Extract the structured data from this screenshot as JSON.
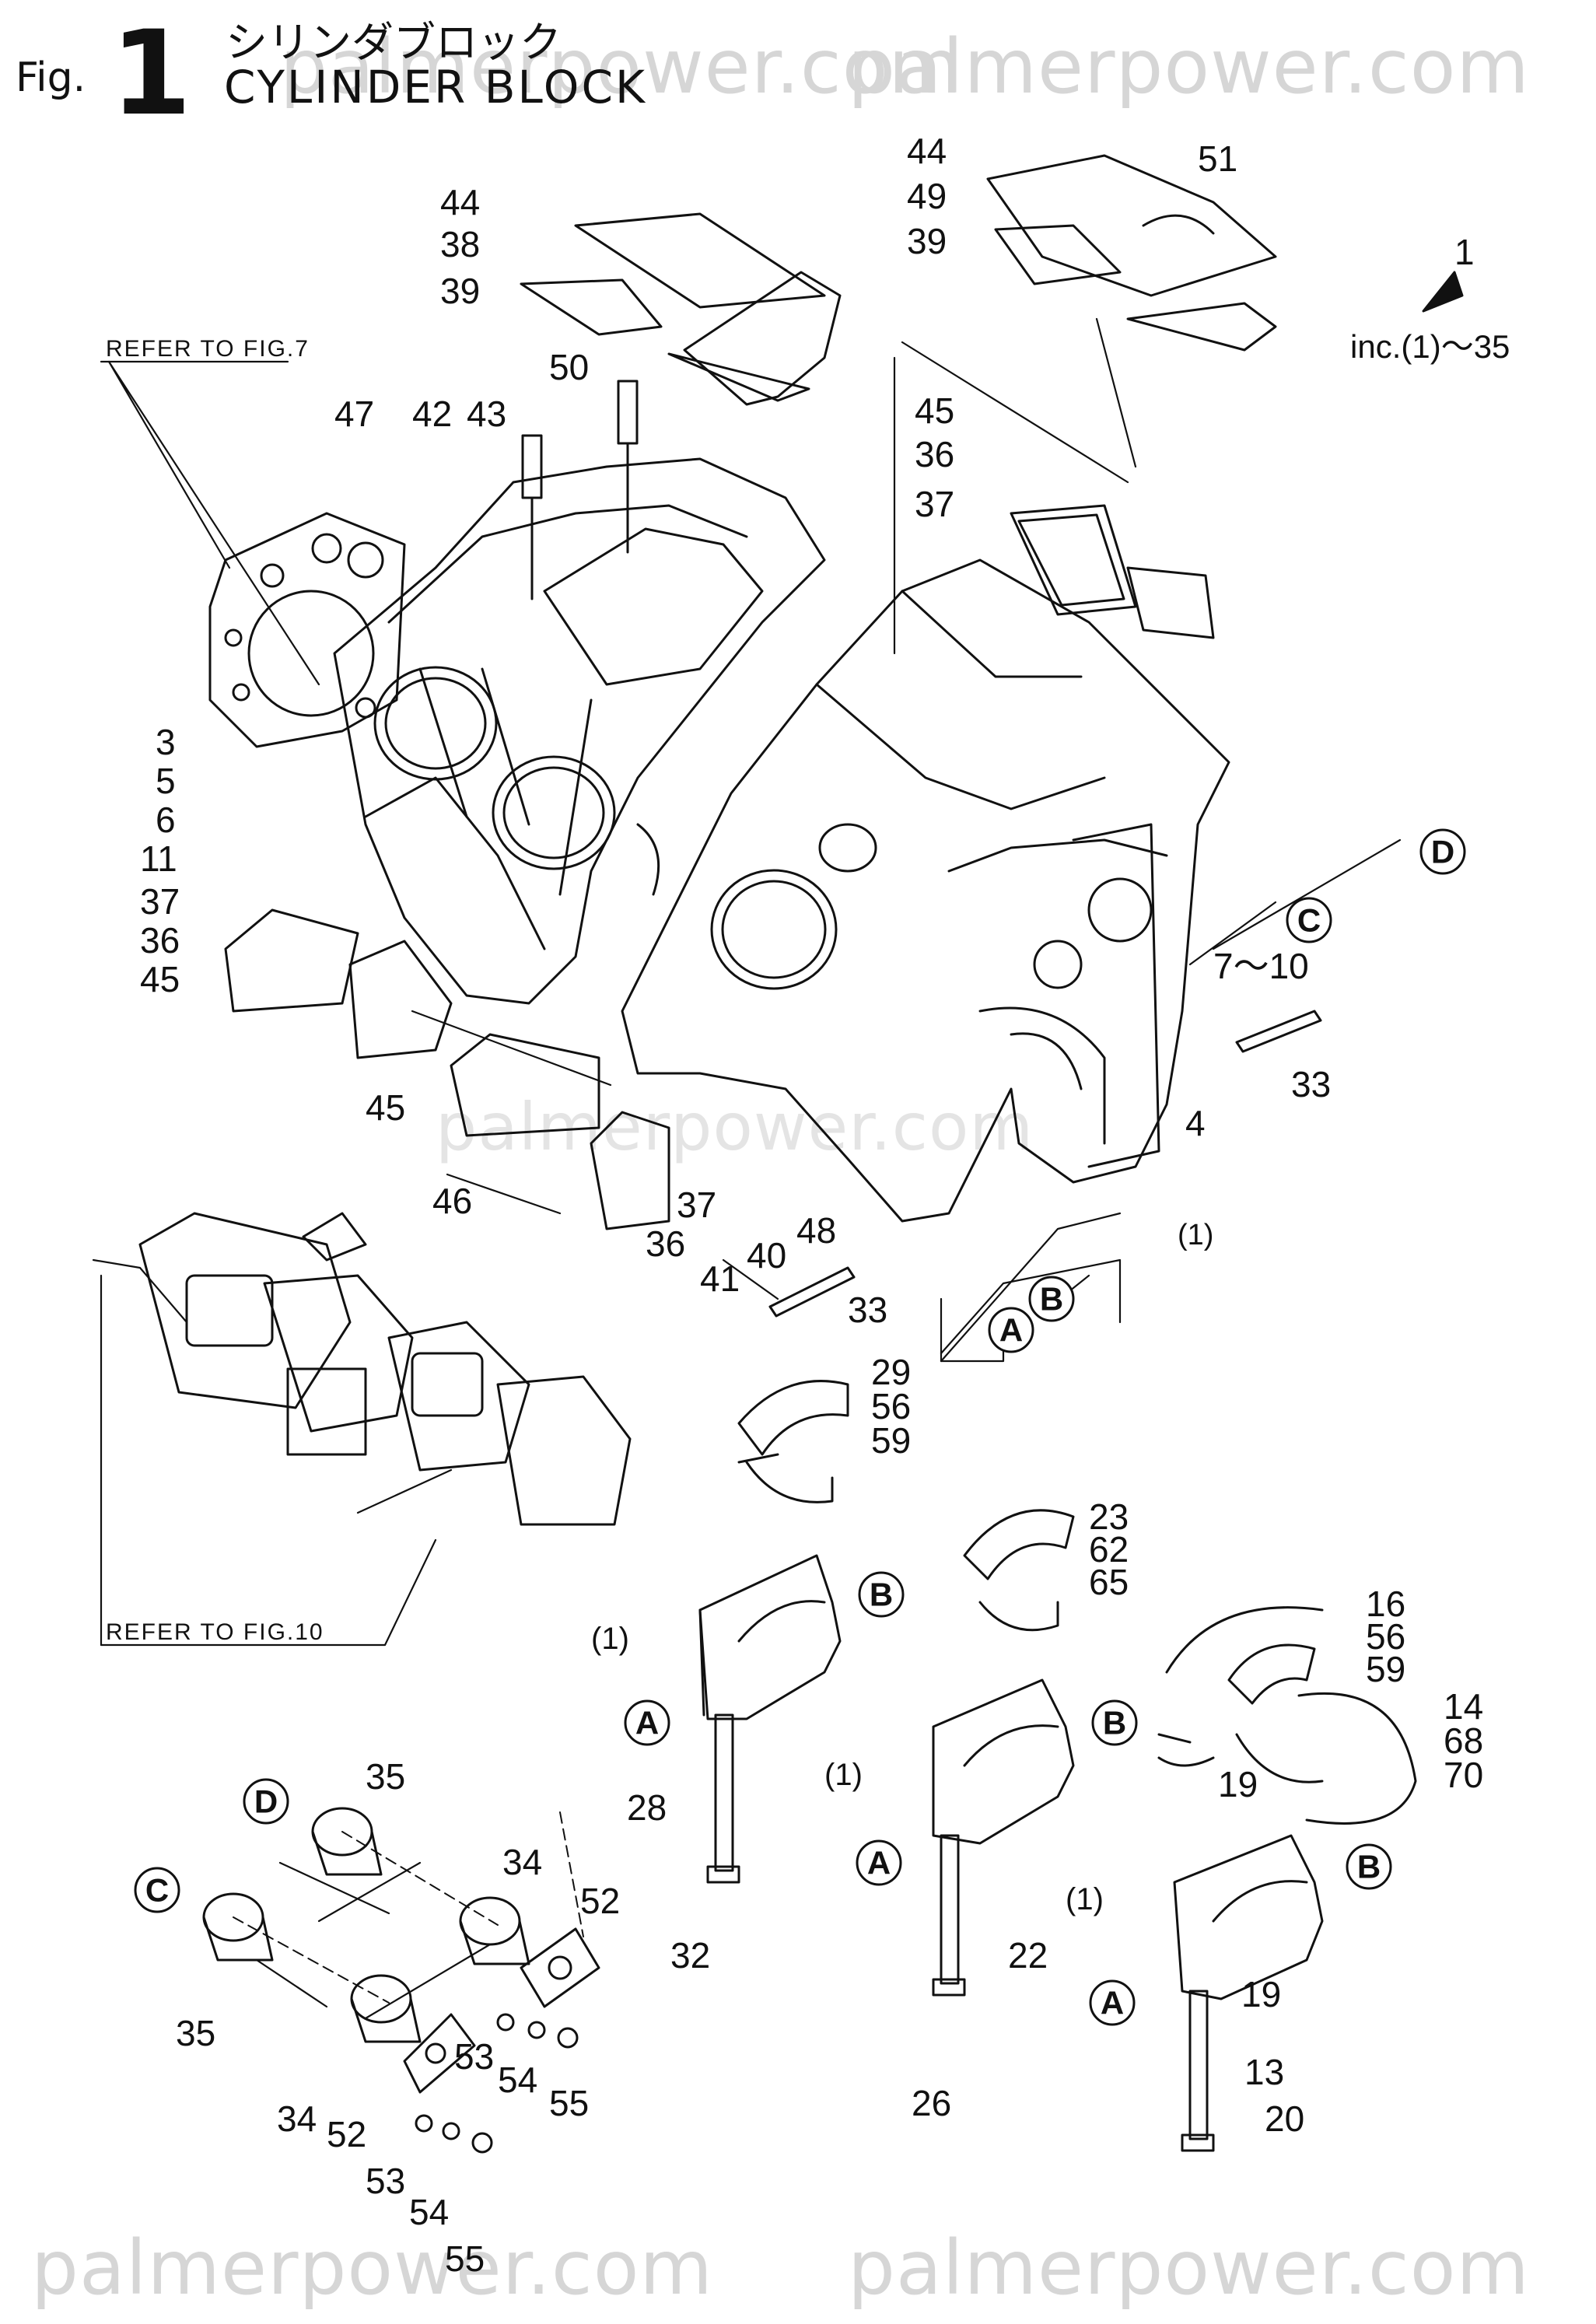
{
  "header": {
    "fig_prefix": "Fig.",
    "fig_number": "1",
    "title_jp": "シリンダブロック",
    "title_en": "CYLINDER BLOCK"
  },
  "watermark": "palmerpower.com",
  "callouts": {
    "refer_fig7": "REFER TO FIG.7",
    "refer_fig10": "REFER TO FIG.10",
    "inc_arrow": "1",
    "inc_range": "inc.(1)～35"
  },
  "circled": {
    "a": "A",
    "b": "B",
    "c": "C",
    "d": "D"
  },
  "parts": {
    "p1": "(1)",
    "p3": "3",
    "p4": "4",
    "p5": "5",
    "p6": "6",
    "p7_10": "7～10",
    "p11": "11",
    "p13": "13",
    "p14": "14",
    "p16": "16",
    "p19": "19",
    "p20": "20",
    "p22": "22",
    "p23": "23",
    "p26": "26",
    "p28": "28",
    "p29": "29",
    "p32": "32",
    "p33": "33",
    "p34": "34",
    "p35": "35",
    "p36": "36",
    "p37": "37",
    "p38": "38",
    "p39": "39",
    "p40": "40",
    "p41": "41",
    "p42": "42",
    "p43": "43",
    "p44": "44",
    "p45": "45",
    "p46": "46",
    "p47": "47",
    "p48": "48",
    "p49": "49",
    "p50": "50",
    "p51": "51",
    "p52": "52",
    "p53": "53",
    "p54": "54",
    "p55": "55",
    "p56": "56",
    "p59": "59",
    "p62": "62",
    "p65": "65",
    "p68": "68",
    "p70": "70"
  }
}
